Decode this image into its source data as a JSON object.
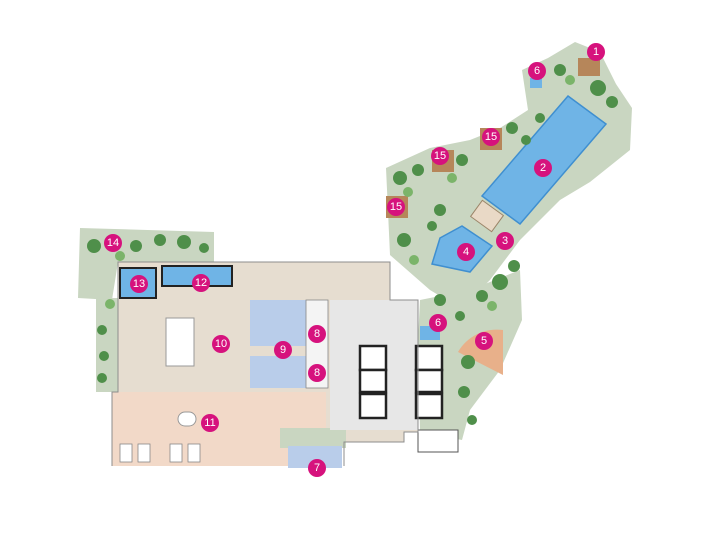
{
  "colors": {
    "marker": "#d6127d",
    "garden": "#c9d6c1",
    "tree": "#4f8f4a",
    "tree_light": "#7bb46a",
    "pool": "#6fb4e6",
    "pool_edge": "#3f8fd0",
    "indoor": "#e6ddd0",
    "terrace": "#f2d9c8",
    "spa": "#b9cdea",
    "core": "#e7e7e7",
    "wall": "#222222",
    "deck": "#b6865a",
    "sunset": "#e8b08a"
  },
  "markers": [
    {
      "label": "1"
    },
    {
      "label": "2"
    },
    {
      "label": "3"
    },
    {
      "label": "4"
    },
    {
      "label": "5"
    },
    {
      "label": "6"
    },
    {
      "label": "6"
    },
    {
      "label": "7"
    },
    {
      "label": "8"
    },
    {
      "label": "8"
    },
    {
      "label": "9"
    },
    {
      "label": "10"
    },
    {
      "label": "11"
    },
    {
      "label": "12"
    },
    {
      "label": "13"
    },
    {
      "label": "14"
    },
    {
      "label": "15"
    },
    {
      "label": "15"
    },
    {
      "label": "15"
    }
  ]
}
